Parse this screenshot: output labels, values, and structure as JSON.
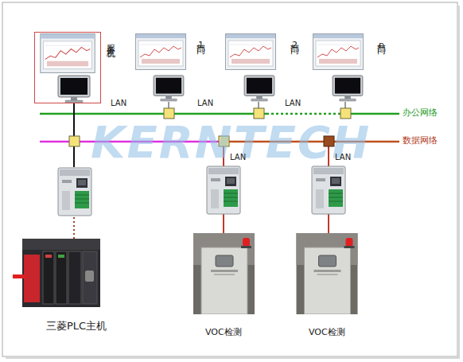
{
  "diagram": {
    "nodes": [
      {
        "text": [
          "服务主机"
        ]
      },
      {
        "text": [
          "部门1"
        ]
      },
      {
        "text": [
          "部门2"
        ]
      },
      {
        "text": [
          "部门n"
        ]
      },
      {
        "text": [
          "办公网络"
        ]
      },
      {
        "text": [
          "数据网络"
        ]
      },
      {
        "text": [
          "三菱PLC主机"
        ]
      },
      {
        "text": [
          "VOC检测"
        ]
      },
      {
        "text": [
          "VOC检测"
        ]
      }
    ],
    "edges": [
      {
        "from": 0,
        "to": 5,
        "arrow": "none"
      },
      {
        "from": 1,
        "to": 4,
        "arrow": "none"
      },
      {
        "from": 2,
        "to": 4,
        "arrow": "none"
      },
      {
        "from": 3,
        "to": 4,
        "arrow": "none"
      },
      {
        "from": 6,
        "to": 5,
        "arrow": "none"
      },
      {
        "from": 7,
        "to": 5,
        "label": "LAN",
        "arrow": "none"
      },
      {
        "from": 8,
        "to": 5,
        "label": "LAN",
        "arrow": "none"
      }
    ],
    "labels": [
      "LAN",
      "LAN",
      "LAN",
      "KERNTECH"
    ]
  }
}
